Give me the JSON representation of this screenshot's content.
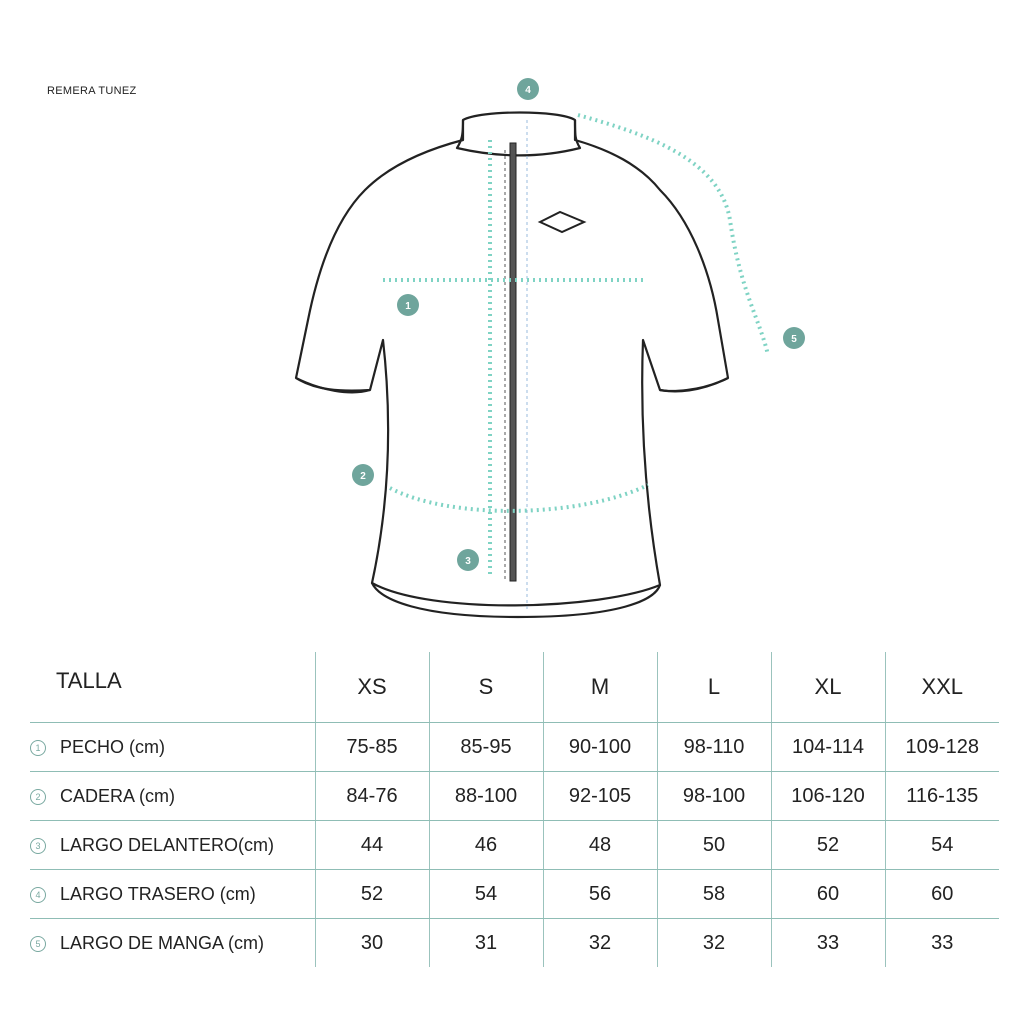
{
  "title": "REMERA TUNEZ",
  "badges": [
    "1",
    "2",
    "3",
    "4",
    "5"
  ],
  "colors": {
    "accent": "#6fa59c",
    "dots": "#7fd3c4",
    "grid": "#9bc3bd"
  },
  "table": {
    "header_label": "TALLA",
    "sizes": [
      "XS",
      "S",
      "M",
      "L",
      "XL",
      "XXL"
    ],
    "rows": [
      {
        "num": "1",
        "label": "PECHO (cm)",
        "values": [
          "75-85",
          "85-95",
          "90-100",
          "98-110",
          "104-114",
          "109-128"
        ]
      },
      {
        "num": "2",
        "label": "CADERA (cm)",
        "values": [
          "84-76",
          "88-100",
          "92-105",
          "98-100",
          "106-120",
          "116-135"
        ]
      },
      {
        "num": "3",
        "label": "LARGO DELANTERO(cm)",
        "values": [
          "44",
          "46",
          "48",
          "50",
          "52",
          "54"
        ]
      },
      {
        "num": "4",
        "label": "LARGO TRASERO (cm)",
        "values": [
          "52",
          "54",
          "56",
          "58",
          "60",
          "60"
        ]
      },
      {
        "num": "5",
        "label": "LARGO DE MANGA (cm)",
        "values": [
          "30",
          "31",
          "32",
          "32",
          "33",
          "33"
        ]
      }
    ]
  }
}
